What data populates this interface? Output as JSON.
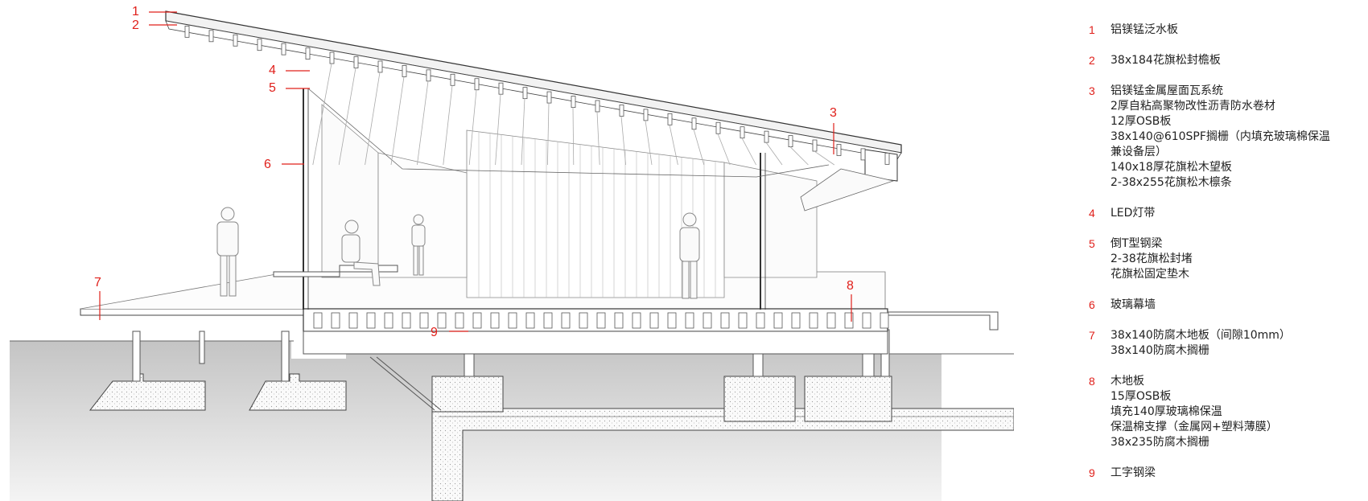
{
  "callout_color": "#e0201b",
  "callouts": [
    "1",
    "2",
    "3",
    "4",
    "5",
    "6",
    "7",
    "8",
    "9"
  ],
  "legend": [
    {
      "num": "1",
      "lines": [
        "铝镁锰泛水板"
      ]
    },
    {
      "num": "2",
      "lines": [
        "38x184花旗松封檐板"
      ]
    },
    {
      "num": "3",
      "lines": [
        "铝镁锰金属屋面瓦系统",
        "2厚自粘高聚物改性沥青防水卷材",
        "12厚OSB板",
        "38x140@610SPF搁栅（内填充玻璃棉保温",
        "兼设备层）",
        "140x18厚花旗松木望板",
        "2-38x255花旗松木檩条"
      ]
    },
    {
      "num": "4",
      "lines": [
        "LED灯带"
      ]
    },
    {
      "num": "5",
      "lines": [
        "倒T型钢梁",
        "2-38花旗松封堵",
        "花旗松固定垫木"
      ]
    },
    {
      "num": "6",
      "lines": [
        "玻璃幕墙"
      ]
    },
    {
      "num": "7",
      "lines": [
        "38x140防腐木地板（间隙10mm）",
        "38x140防腐木搁栅"
      ]
    },
    {
      "num": "8",
      "lines": [
        "木地板",
        "15厚OSB板",
        "填充140厚玻璃棉保温",
        "保温棉支撑（金属网+塑料薄膜）",
        "38x235防腐木搁栅"
      ]
    },
    {
      "num": "9",
      "lines": [
        "工字钢梁"
      ]
    }
  ]
}
